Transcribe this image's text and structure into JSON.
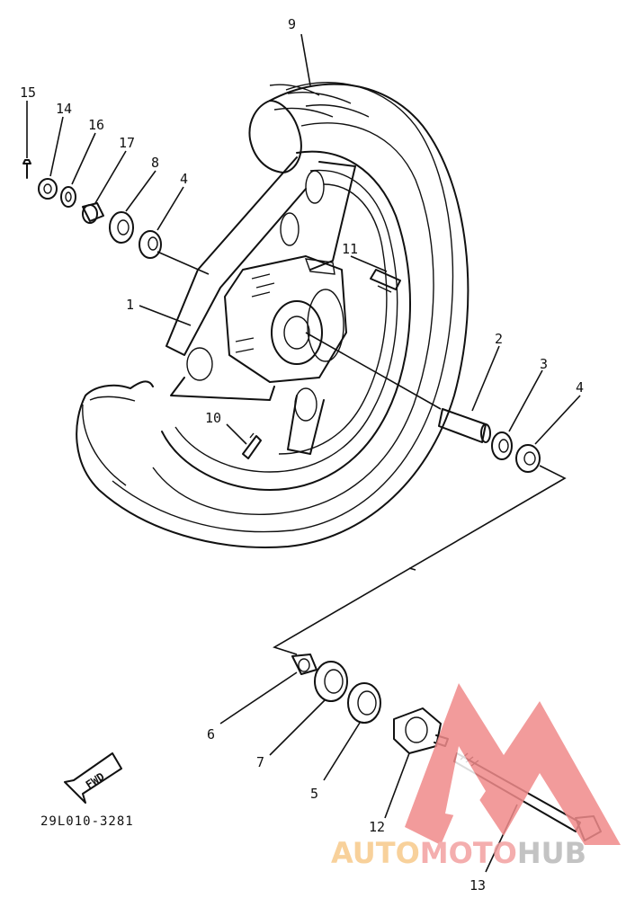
{
  "diagram": {
    "part_number": "29L010-3281",
    "direction_arrow": "FWD",
    "callouts": {
      "c1": "1",
      "c2": "2",
      "c3": "3",
      "c4a": "4",
      "c4b": "4",
      "c5": "5",
      "c6": "6",
      "c7": "7",
      "c8": "8",
      "c9": "9",
      "c10": "10",
      "c11": "11",
      "c12": "12",
      "c13": "13",
      "c14": "14",
      "c15": "15",
      "c16": "16",
      "c17": "17"
    }
  },
  "watermark": {
    "brand_part1": "AUTO",
    "brand_part2": "MOTO",
    "brand_part3": "HUB",
    "color_auto": "#f7c98a",
    "color_moto": "#f3a0a0",
    "color_hub": "#b9b9b9",
    "color_logo": "#f08a8a"
  }
}
